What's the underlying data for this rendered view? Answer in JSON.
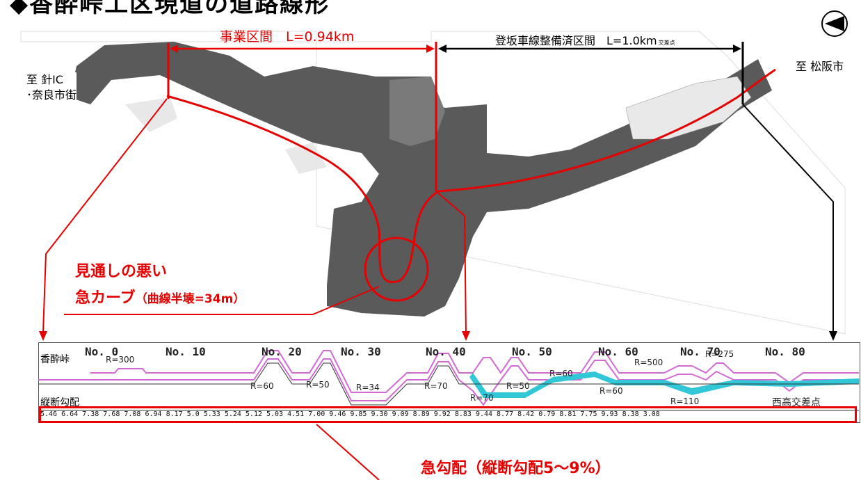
{
  "title": "◆香酔峠工区現道の道路線形",
  "section_project": "事業区間　L=0.94km",
  "section_climbing": "登坂車線整備済区間　L=1.0km",
  "section_climbing_small": "交差点",
  "to_west_line1": "至 針IC",
  "to_west_line2": "･奈良市街",
  "to_east": "至 松阪市",
  "curve_note_line1": "見通しの悪い",
  "curve_note_line2_a": "急カーブ",
  "curve_note_line2_b": "（曲線半壊=34m）",
  "slope_note": "急勾配（縦断勾配5～9%）",
  "profile": {
    "row_label_top": "香酔峠",
    "row_label_bottom": "縦断勾配",
    "stations": [
      "No. 0",
      "No. 10",
      "No. 20",
      "No. 30",
      "No. 40",
      "No. 50",
      "No. 60",
      "No. 70",
      "No. 80"
    ],
    "radii": [
      "R=300",
      "R=60",
      "R=50",
      "R=34",
      "R=70",
      "R=70",
      "R=50",
      "R=60",
      "R=60",
      "R=500",
      "R=110",
      "R=275"
    ],
    "intersection": "西高交差点",
    "grades": [
      "5.46",
      "6.64",
      "7.38",
      "7.68",
      "7.08",
      "6.94",
      "8.17",
      "5.0",
      "5.33",
      "5.24",
      "5.12",
      "5.03",
      "4.51",
      "7.00",
      "9.46",
      "9.85",
      "9.30",
      "9.09",
      "8.89",
      "9.92",
      "8.83",
      "9.44",
      "8.77",
      "8.42",
      "0.79",
      "8.81",
      "7.75",
      "9.93",
      "8.38",
      "3.08"
    ]
  },
  "colors": {
    "accent_red": "#e60000",
    "map_gray": "#5a5a5a",
    "profile_pink": "#d26ad6",
    "profile_cyan": "#31c7d6"
  },
  "icons": {
    "north_arrow": "north-arrow-icon"
  }
}
